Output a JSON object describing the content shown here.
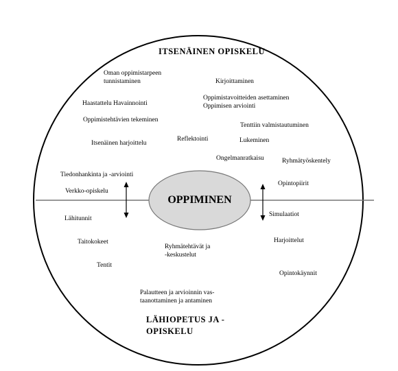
{
  "diagram": {
    "top_heading": "ITSENÄINEN OPISKELU",
    "bottom_heading_line1": "LÄHIOPETUS JA -",
    "bottom_heading_line2": "OPISKELU",
    "center_label": "OPPIMINEN",
    "labels": {
      "oman_line1": "Oman oppimistarpeen",
      "oman_line2": "tunnistaminen",
      "kirjoittaminen": "Kirjoittaminen",
      "haastattelu": "Haastattelu Havainnointi",
      "tavoitteet_line1": "Oppimistavoitteiden asettaminen",
      "tavoitteet_line2": "Oppimisen arviointi",
      "tehtavat": "Oppimistehtävien tekeminen",
      "tenttiin": "Tenttiin valmistautuminen",
      "harjoittelu": "Itsenäinen harjoittelu",
      "reflektointi": "Reflektointi",
      "lukeminen": "Lukeminen",
      "ongelmanratkaisu": "Ongelmanratkaisu",
      "ryhmatyo": "Ryhmätyöskentely",
      "tiedonhankinta": "Tiedonhankinta ja -arviointi",
      "opintopiirit": "Opintopiirit",
      "verkko": "Verkko-opiskelu",
      "lahitunnit": "Lähitunnit",
      "simulaatiot": "Simulaatiot",
      "taitokokeet": "Taitokokeet",
      "ryhmatehtavat_line1": "Ryhmätehtävät ja",
      "ryhmatehtavat_line2": "-keskustelut",
      "harjoitteet": "Harjoittelut",
      "tentit": "Tentit",
      "opintokaynnit": "Opintokäynnit",
      "palaute_line1": "Palautteen ja arvioinnin vas-",
      "palaute_line2": "taanottaminen ja antaminen"
    }
  }
}
